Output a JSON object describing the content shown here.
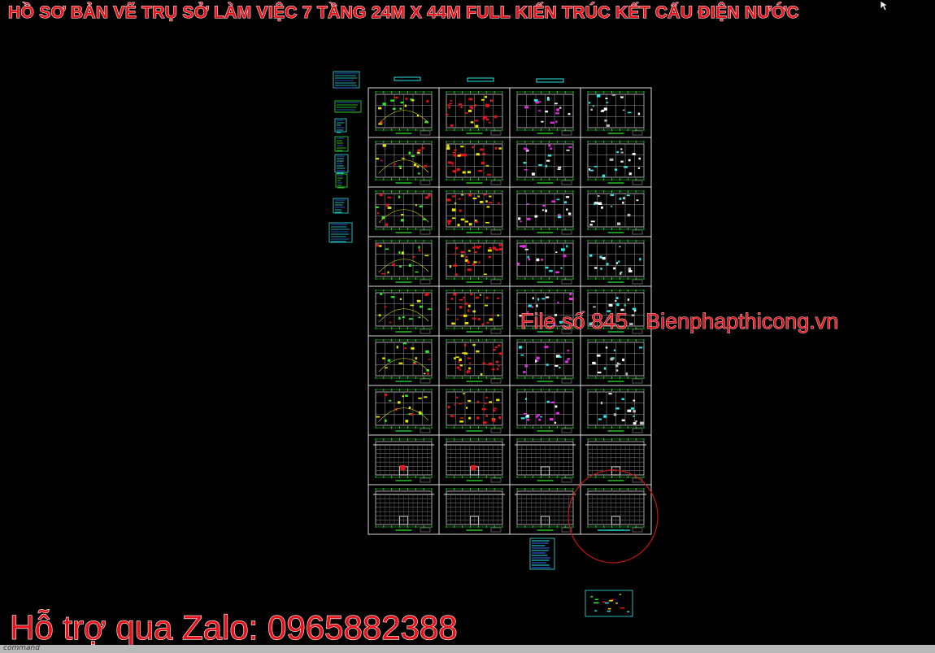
{
  "video": {
    "title": "HỒ SƠ BẢN VẼ TRỤ SỞ LÀM VIỆC 7 TẦNG 24M X 44M FULL KIẾN TRÚC KẾT CẤU ĐIỆN NƯỚC",
    "file_number": "File số 845",
    "website": "Bienphapthicong.vn",
    "support": "Hỗ trợ qua Zalo: 0965882388"
  },
  "cad": {
    "command_prompt": "command",
    "sheet_grid": {
      "rows": 9,
      "cols": 4
    },
    "colors": {
      "background": "#000000",
      "frame": "#d8d8d8",
      "red": "#e8121b",
      "yellow": "#e6e600",
      "green": "#2ee62e",
      "cyan": "#2ee6e6",
      "blue": "#3a6bff",
      "magenta": "#e62ee6",
      "highlight_circle": "#c81414"
    },
    "highlighted_sheet": {
      "row": 9,
      "col": 4
    }
  }
}
